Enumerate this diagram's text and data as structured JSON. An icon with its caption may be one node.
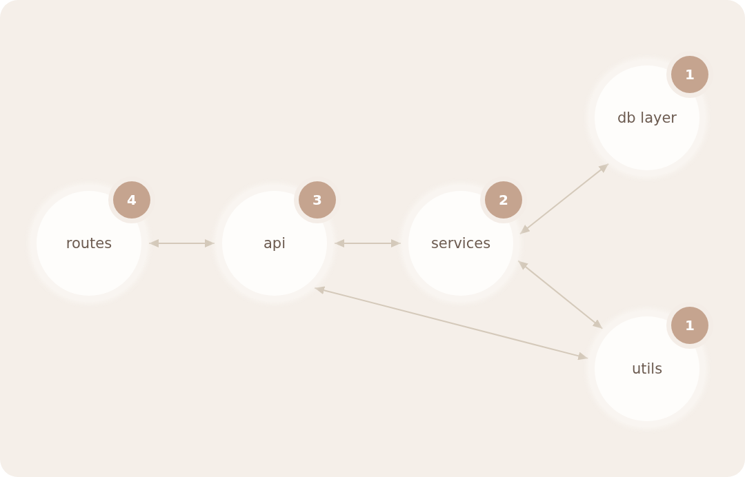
{
  "diagram": {
    "nodes": [
      {
        "text": [
          "routes",
          "4"
        ]
      },
      {
        "text": [
          "api",
          "3"
        ]
      },
      {
        "text": [
          "services",
          "2"
        ]
      },
      {
        "text": [
          "db layer",
          "1"
        ]
      },
      {
        "text": [
          "utils",
          "1"
        ]
      }
    ],
    "edges": [
      {
        "from": 0,
        "to": 1,
        "arrow": "both"
      },
      {
        "from": 1,
        "to": 2,
        "arrow": "both"
      },
      {
        "from": 2,
        "to": 3,
        "arrow": "both"
      },
      {
        "from": 2,
        "to": 4,
        "arrow": "both"
      },
      {
        "from": 1,
        "to": 4,
        "arrow": "both"
      }
    ]
  }
}
